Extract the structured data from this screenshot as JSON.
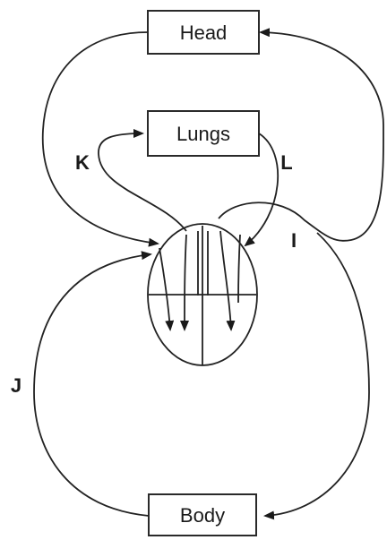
{
  "boxes": {
    "head": "Head",
    "lungs": "Lungs",
    "body": "Body"
  },
  "letters": {
    "I": "I",
    "J": "J",
    "K": "K",
    "L": "L"
  },
  "colors": {
    "line": "#222222",
    "background": "#ffffff"
  }
}
